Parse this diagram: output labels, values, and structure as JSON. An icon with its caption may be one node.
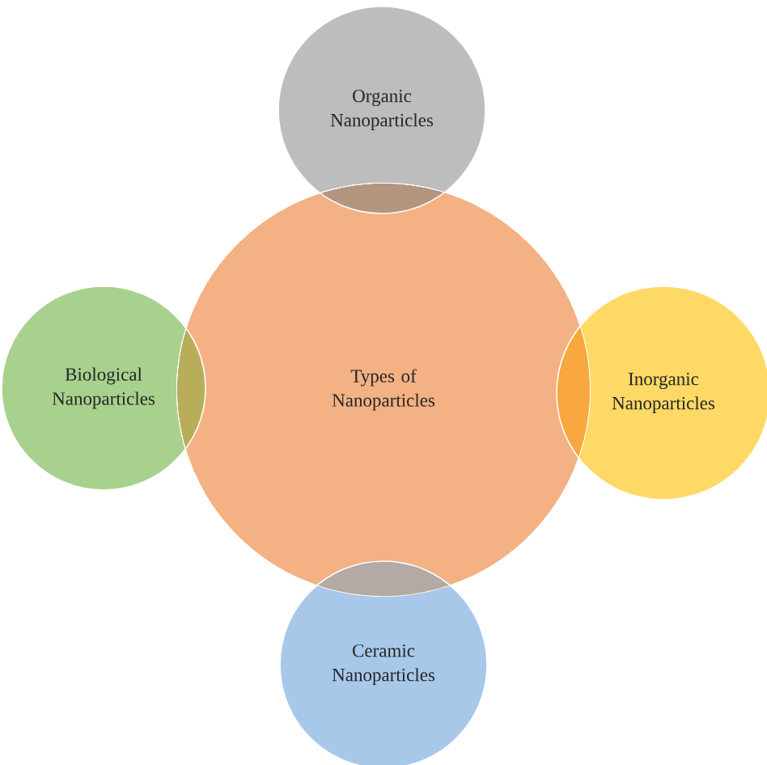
{
  "diagram": {
    "nodes": [
      {
        "text": [
          "Organic Nanoparticles"
        ]
      },
      {
        "text": [
          "Biological Nanoparticles"
        ]
      },
      {
        "text": [
          "Types of Nanoparticles"
        ]
      },
      {
        "text": [
          "Inorganic Nanoparticles"
        ]
      },
      {
        "text": [
          "Ceramic Nanoparticles"
        ]
      }
    ]
  }
}
